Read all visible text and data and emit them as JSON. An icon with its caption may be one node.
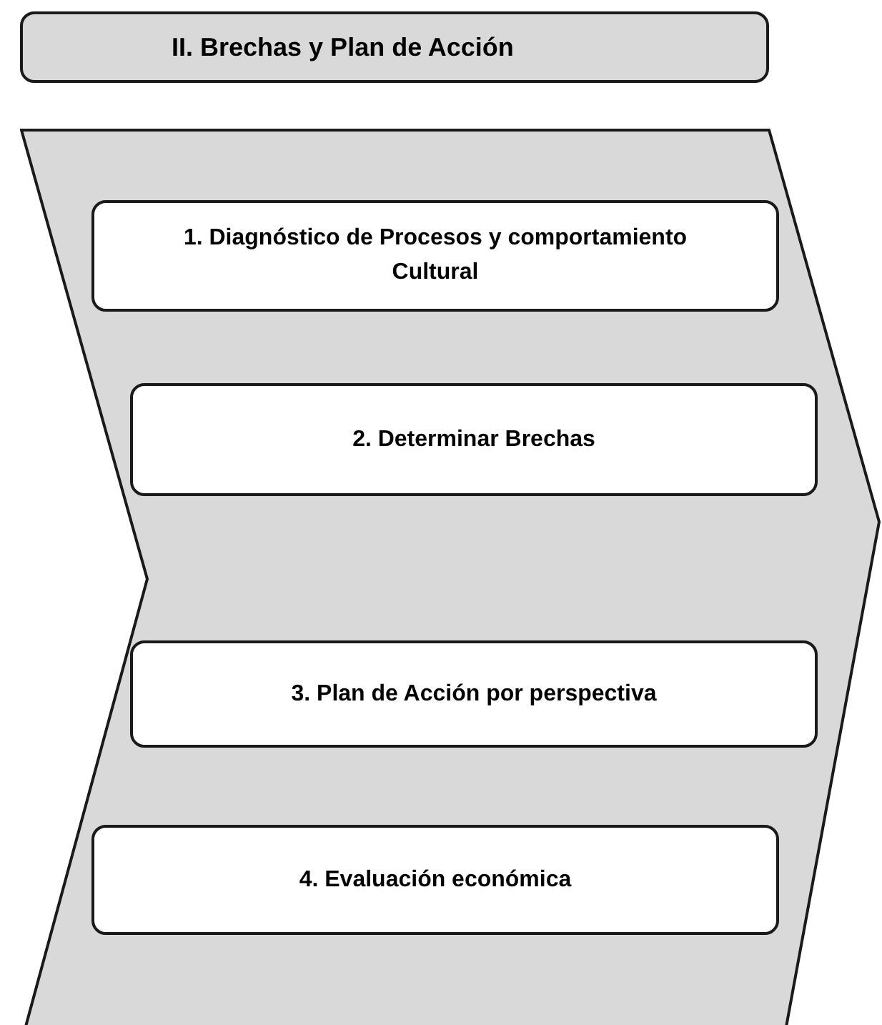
{
  "diagram": {
    "nodes": [
      {
        "text": [
          "II. Brechas y Plan de Acción"
        ]
      },
      {
        "text": [],
        "shape": "chevron"
      },
      {
        "text": [
          "1. Diagnóstico de Procesos y comportamiento Cultural"
        ],
        "in": 1
      },
      {
        "text": [
          "2. Determinar Brechas"
        ],
        "in": 1
      },
      {
        "text": [
          "3. Plan de Acción por perspectiva"
        ],
        "in": 1
      },
      {
        "text": [
          "4. Evaluación económica"
        ],
        "in": 1
      }
    ]
  }
}
